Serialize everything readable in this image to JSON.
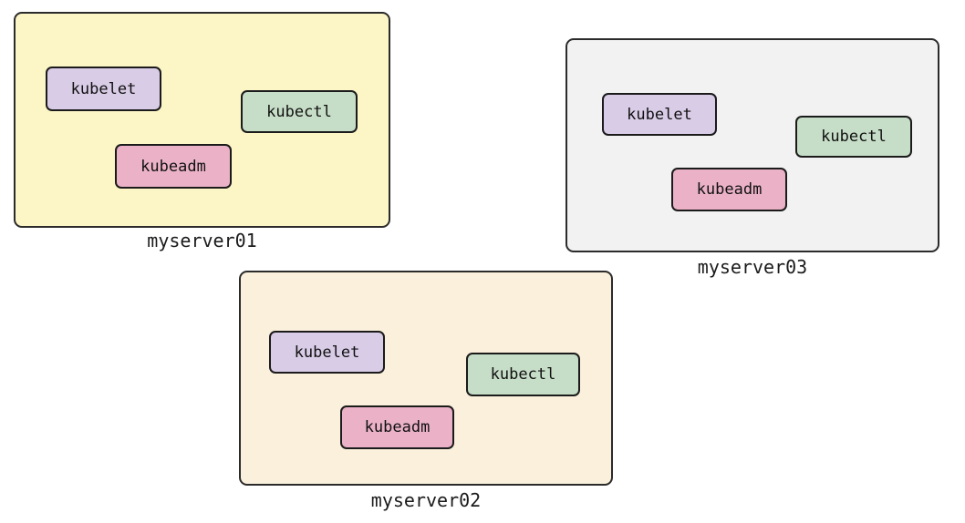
{
  "diagram": {
    "type": "kubernetes-node-components-diagram",
    "servers": [
      {
        "label": "myserver01",
        "components": [
          {
            "label": "kubelet"
          },
          {
            "label": "kubectl"
          },
          {
            "label": "kubeadm"
          }
        ]
      },
      {
        "label": "myserver02",
        "components": [
          {
            "label": "kubelet"
          },
          {
            "label": "kubectl"
          },
          {
            "label": "kubeadm"
          }
        ]
      },
      {
        "label": "myserver03",
        "components": [
          {
            "label": "kubelet"
          },
          {
            "label": "kubectl"
          },
          {
            "label": "kubeadm"
          }
        ]
      }
    ],
    "colors": {
      "background": "#ffffff",
      "border": "#1b1b1b",
      "server01_fill": "#fcf5c5",
      "server02_fill": "#faf0db",
      "server03_fill": "#f2f2f2",
      "kubelet_fill": "#d9cce7",
      "kubectl_fill": "#c6ddc7",
      "kubeadm_fill": "#ebb2c7"
    }
  }
}
